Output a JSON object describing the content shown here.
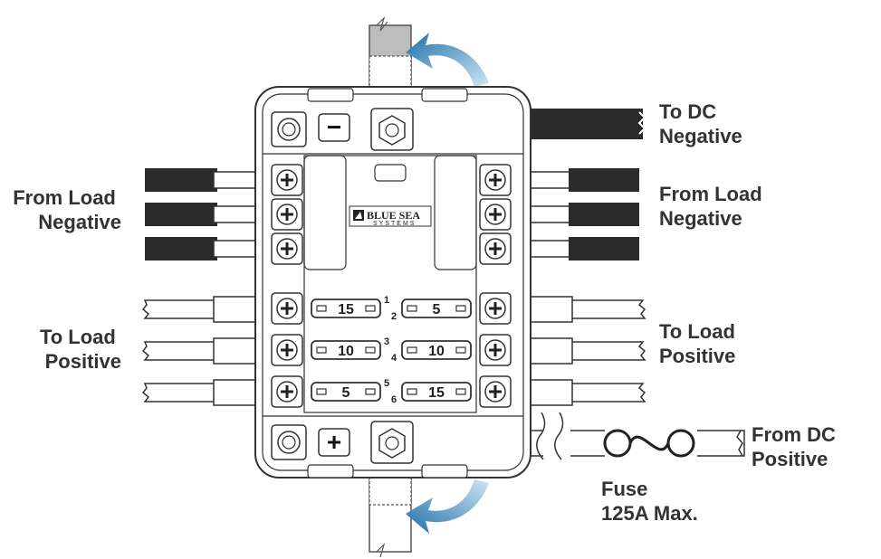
{
  "labels": {
    "to_dc_negative": [
      "To DC",
      "Negative"
    ],
    "from_load_negative_left": [
      "From Load",
      "Negative"
    ],
    "from_load_negative_right": [
      "From Load",
      "Negative"
    ],
    "to_load_positive_left": [
      "To Load",
      "Positive"
    ],
    "to_load_positive_right": [
      "To Load",
      "Positive"
    ],
    "from_dc_positive": [
      "From DC",
      "Positive"
    ],
    "fuse": [
      "Fuse",
      "125A Max."
    ]
  },
  "brand": {
    "name": "BLUE SEA",
    "sub": "SYSTEMS"
  },
  "terminals": {
    "negative_symbol": "−",
    "positive_symbol": "+"
  },
  "fuses": [
    {
      "slot": "1",
      "rating": "15"
    },
    {
      "slot": "2",
      "rating": "5"
    },
    {
      "slot": "3",
      "rating": "10"
    },
    {
      "slot": "4",
      "rating": "10"
    },
    {
      "slot": "5",
      "rating": "5"
    },
    {
      "slot": "6",
      "rating": "15"
    }
  ],
  "colors": {
    "arrow": "#3a8fc4",
    "wire_dark": "#2b2b2b",
    "outline": "#333333"
  }
}
